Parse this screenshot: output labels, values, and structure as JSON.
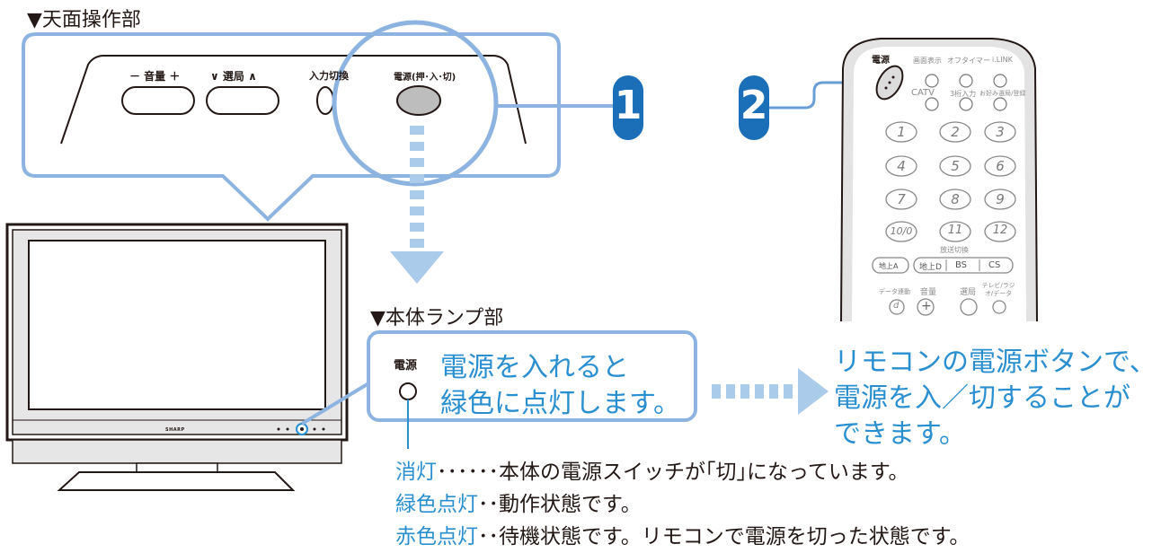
{
  "top_panel": {
    "header": "▼天面操作部",
    "volume_label": "－ 音量 ＋",
    "channel_label": "∨ 選局 ∧",
    "input_label": "入力切換",
    "power_label": "電源(押･入･切)"
  },
  "steps": {
    "one": "1",
    "two": "2"
  },
  "remote": {
    "power_label": "電源",
    "display_label": "画面表示",
    "offtimer_label": "オフタイマー",
    "ilink_label": "i.LINK",
    "catv_label": "CATV",
    "three_digit_label": "3桁入力",
    "favorite_label": "お好み選局/登録",
    "numbers": [
      "1",
      "2",
      "3",
      "4",
      "5",
      "6",
      "7",
      "8",
      "9",
      "10/0",
      "11",
      "12"
    ],
    "broadcast_label": "放送切換",
    "band_buttons": [
      "地上A",
      "地上D",
      "BS",
      "CS"
    ],
    "data_label": "データ連動",
    "volume_label": "音量",
    "channel_label": "選局",
    "tv_radio_label": "テレビ/ラジオ/データ",
    "d_key": "d",
    "plus_key": "+"
  },
  "tv": {
    "brand": "SHARP"
  },
  "lamp_section": {
    "header": "▼本体ランプ部",
    "lamp_label": "電源",
    "callout_line1": "電源を入れると",
    "callout_line2": "緑色に点灯します。"
  },
  "remote_note": {
    "line1": "リモコンの電源ボタンで、",
    "line2": "電源を入／切することが",
    "line3": "できます。"
  },
  "status_list": [
    {
      "key": "消灯",
      "dots": "･･････",
      "desc": "本体の電源スイッチが｢切｣になっています。"
    },
    {
      "key": "緑色点灯",
      "dots": "･･",
      "desc": "動作状態です。"
    },
    {
      "key": "赤色点灯",
      "dots": "･･",
      "desc": "待機状態です。リモコンで電源を切った状態です。"
    }
  ],
  "colors": {
    "accent_blue": "#6fa8dc",
    "text_blue": "#2a8fd0",
    "step_blue": "#1b6fb8",
    "arrow_blue": "#aacbe9"
  }
}
